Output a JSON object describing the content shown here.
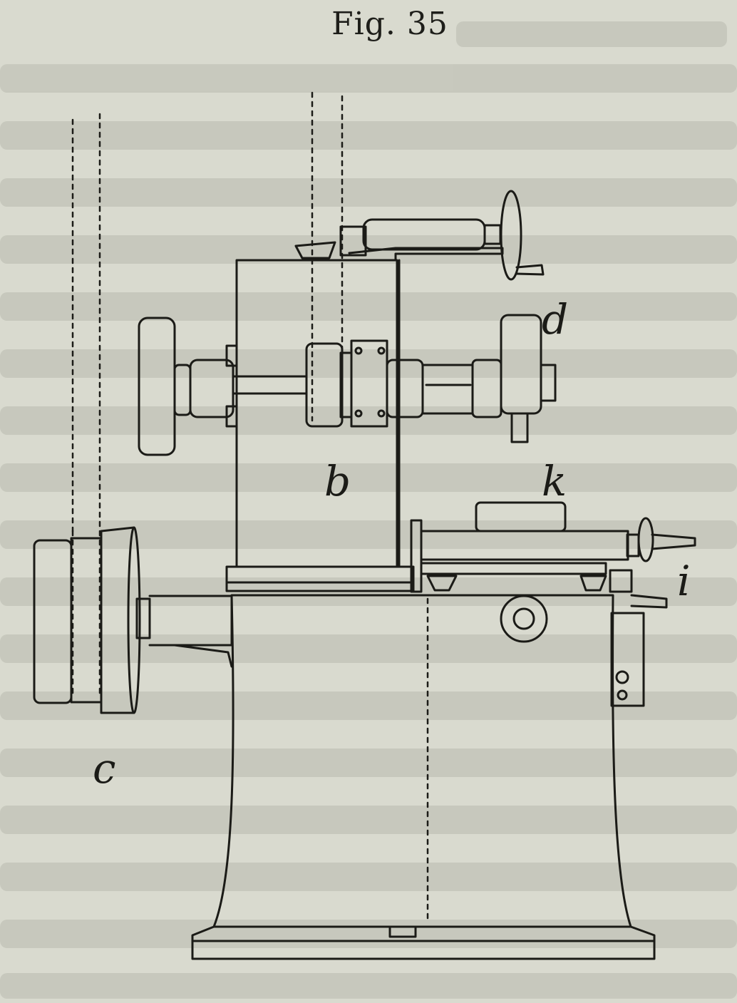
{
  "figure": {
    "title": "Fig. 35",
    "labels": {
      "b": "b",
      "c": "c",
      "d": "d",
      "k": "k",
      "i": "i"
    }
  },
  "colors": {
    "paper": "#d9dacf",
    "ink": "#1b1b17"
  }
}
